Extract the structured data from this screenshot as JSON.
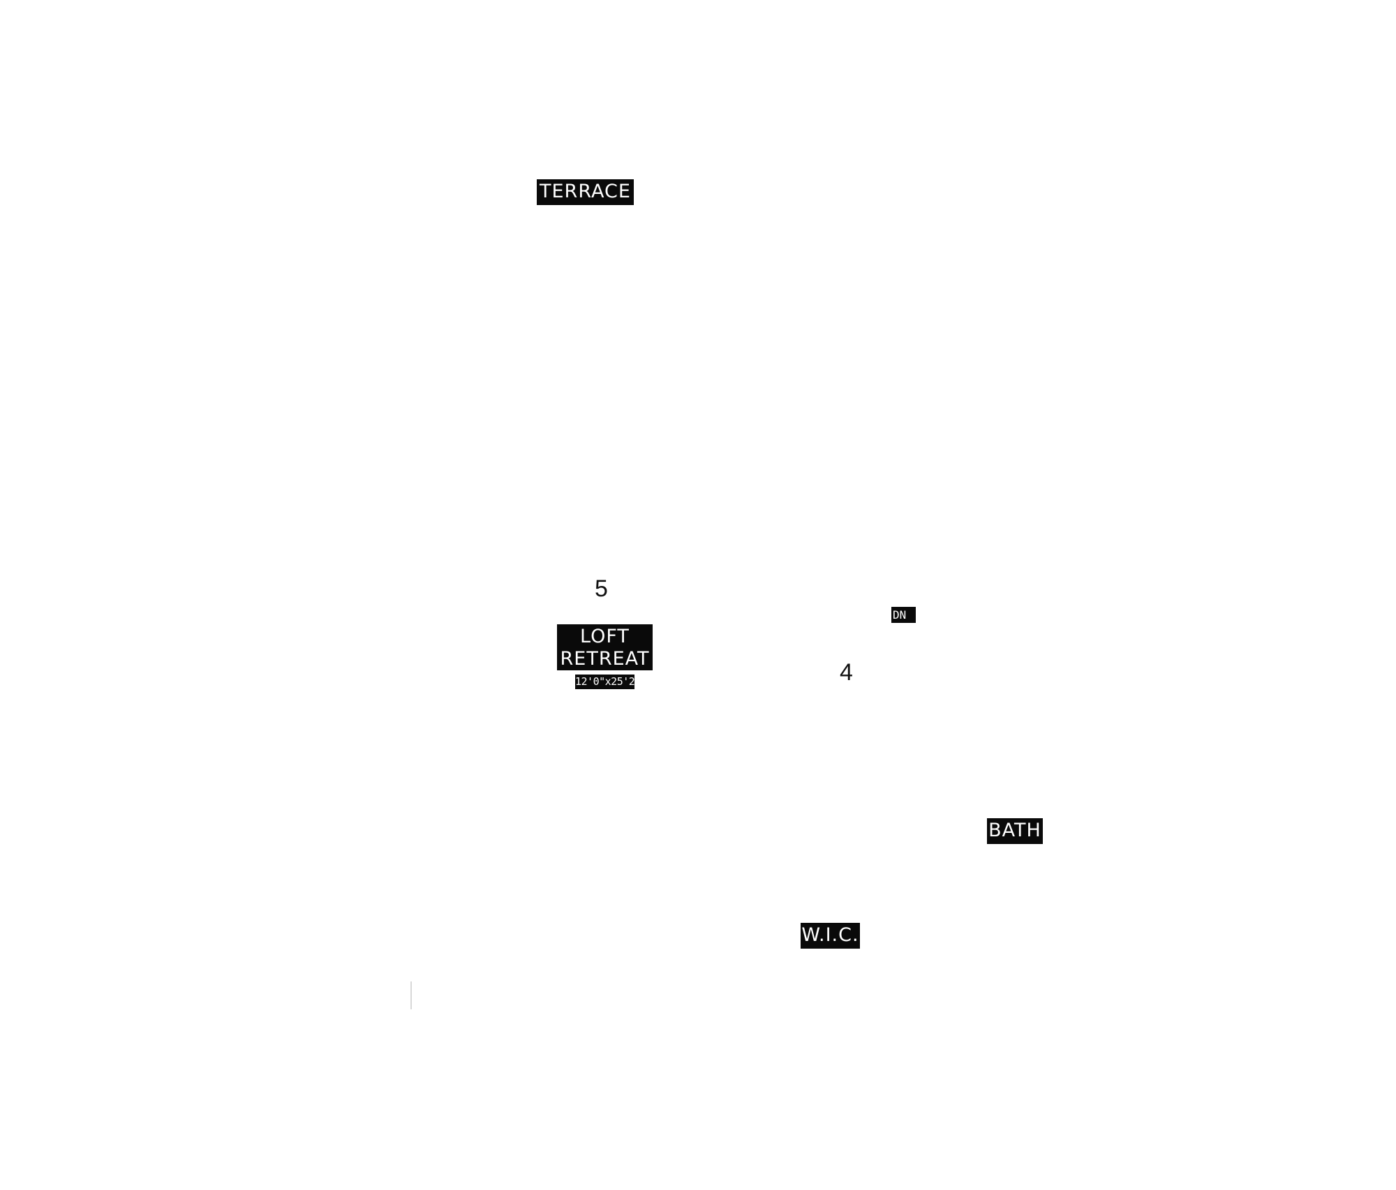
{
  "rooms": {
    "terrace": "TERRACE",
    "loft_line1": "LOFT",
    "loft_line2": "RETREAT",
    "loft_dims": "12'0\"x25'2\"",
    "bath": "BATH",
    "wic": "W.I.C."
  },
  "stairs": {
    "dn": "DN"
  },
  "markers": {
    "five": "5",
    "four": "4"
  },
  "colors": {
    "label_background": "#0a0a0a",
    "label_text": "#ffffff",
    "background": "#ffffff"
  }
}
